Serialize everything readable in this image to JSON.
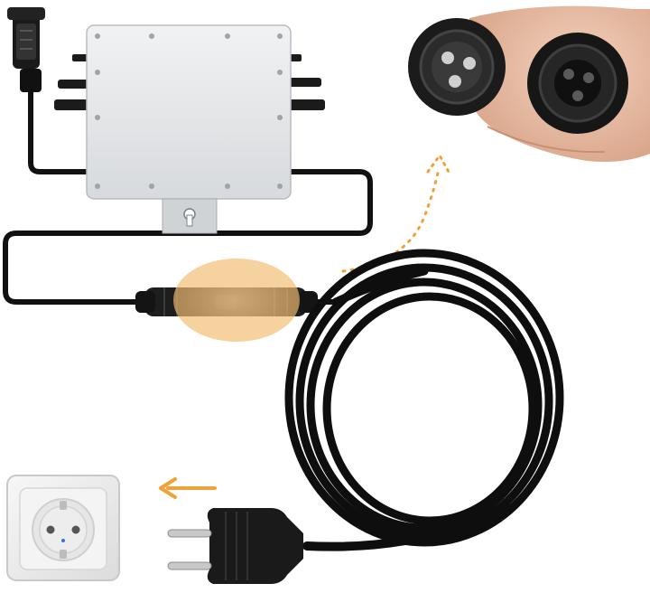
{
  "image": {
    "kind": "product-photo",
    "subject": "micro-inverter-with-schuko-plug-cable"
  },
  "colors": {
    "background": "#ffffff",
    "inverter_body": "#e6e8ea",
    "inverter_edge": "#b9bec3",
    "cable": "#111111",
    "highlight": "#f2c27a",
    "arrow_accent": "#f0a23a",
    "socket_plate": "#efefef",
    "skin": "#e7b9a0"
  },
  "icons": [
    "inverter",
    "connector",
    "power-cable",
    "schuko-plug",
    "wall-socket",
    "dotted-arrow",
    "solid-arrow",
    "connector-closeup"
  ]
}
